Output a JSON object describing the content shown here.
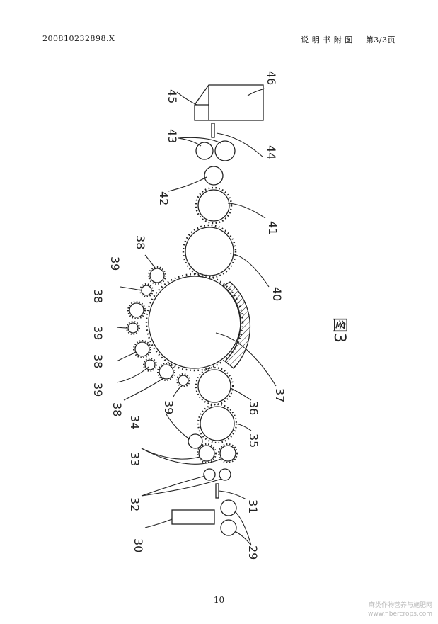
{
  "header": {
    "doc_number": "200810232898.X",
    "section": "说 明 书 附 图",
    "page_of": "第3/3页"
  },
  "figure_caption": "图3",
  "page_number": "10",
  "watermark": {
    "line1": "麻类作物营养与施肥网",
    "line2": "www.fibercrops.com"
  },
  "labels": {
    "l45": "45",
    "l46": "46",
    "l43": "43",
    "l44": "44",
    "l42": "42",
    "l41": "41",
    "l40": "40",
    "l38a": "38",
    "l39a": "39",
    "l38b": "38",
    "l39b": "39",
    "l38c": "38",
    "l39c": "39",
    "l38d": "38",
    "l39d": "39",
    "l37": "37",
    "l36": "36",
    "l35": "35",
    "l34": "34",
    "l33": "33",
    "l32": "32",
    "l31": "31",
    "l30": "30",
    "l29": "29"
  }
}
